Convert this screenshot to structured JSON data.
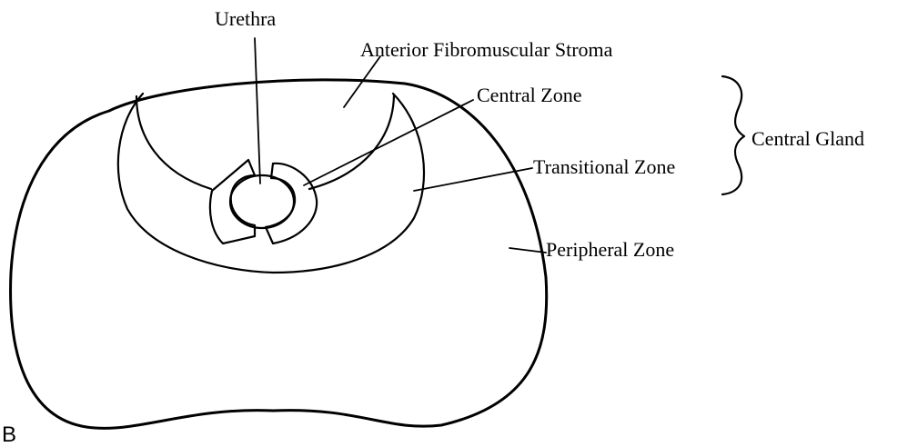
{
  "labels": {
    "urethra": "Urethra",
    "anterior_fibromuscular_stroma": "Anterior Fibromuscular Stroma",
    "central_zone": "Central Zone",
    "central_gland": "Central Gland",
    "transitional_zone": "Transitional Zone",
    "peripheral_zone": "Peripheral Zone",
    "panel": "B"
  }
}
